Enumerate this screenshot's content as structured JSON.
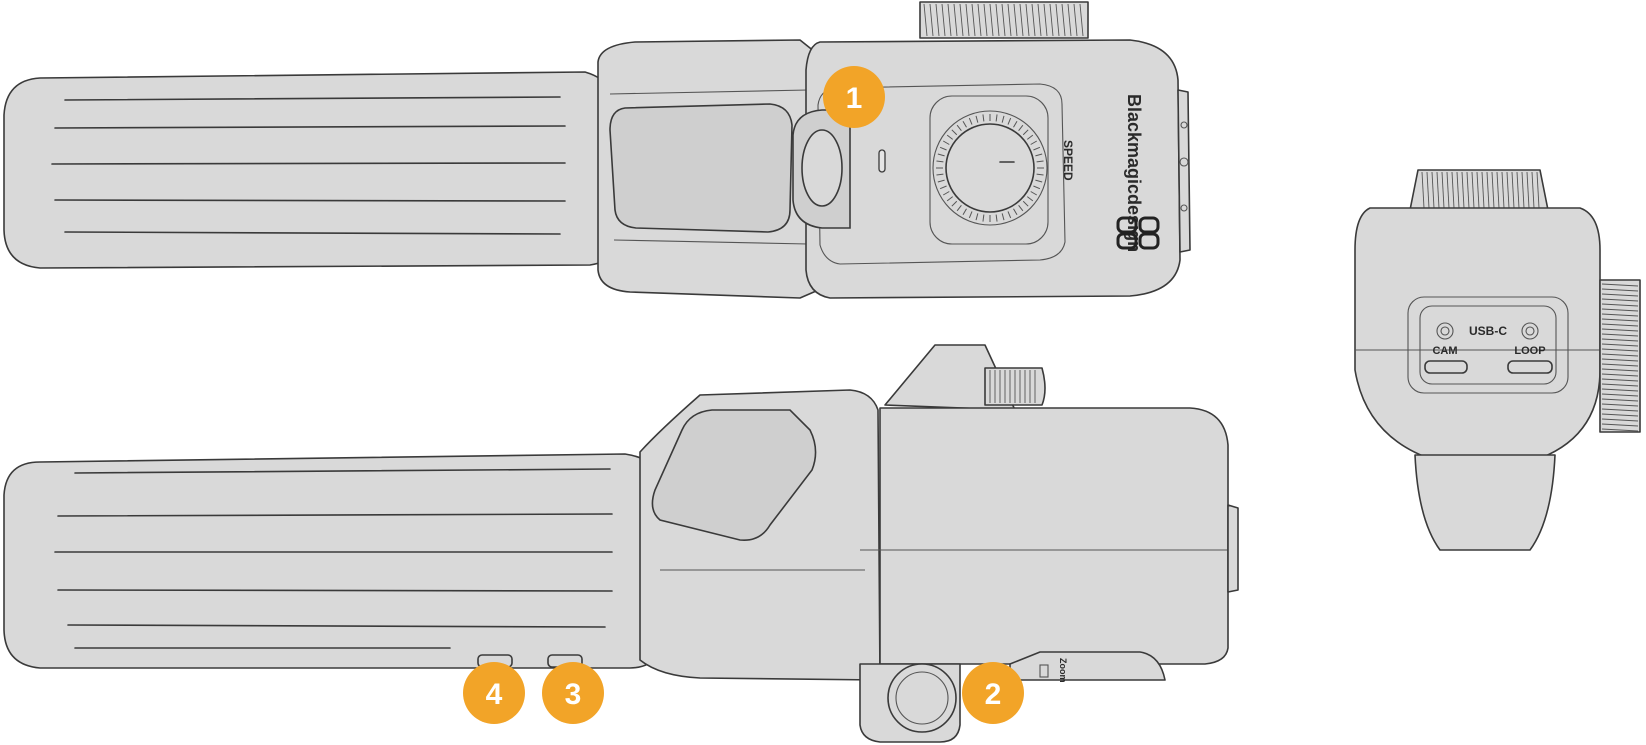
{
  "brand": {
    "wordmark": "Blackmagicdesign"
  },
  "labels": {
    "speed": "SPEED",
    "usb_c": "USB-C",
    "cam": "CAM",
    "loop": "LOOP",
    "zoom_hint": "Zoom"
  },
  "callouts": [
    {
      "number": "1"
    },
    {
      "number": "2"
    },
    {
      "number": "3"
    },
    {
      "number": "4"
    }
  ],
  "colors": {
    "callout": "#F2A428",
    "body": "#D9D9D9",
    "outline": "#3A3A3A"
  }
}
